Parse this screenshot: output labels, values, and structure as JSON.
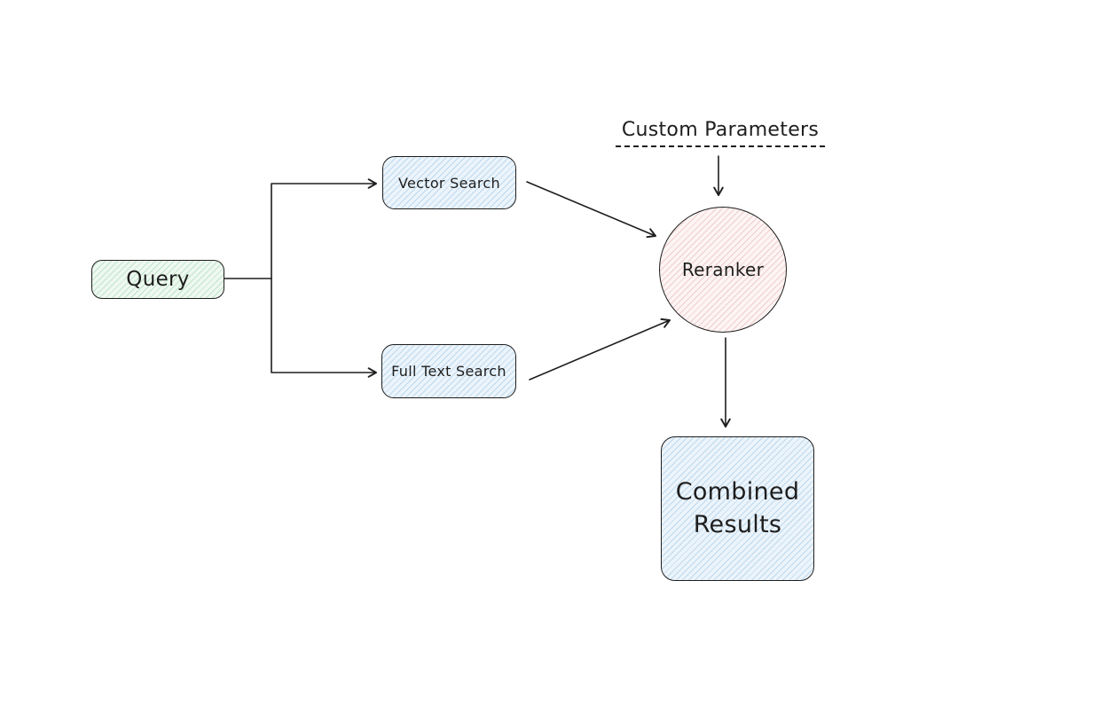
{
  "diagram": {
    "title": "hybrid-search-reranking-flow",
    "background": "#ffffff",
    "stroke_color": "#1e1e1e",
    "nodes": {
      "query": {
        "label": "Query",
        "shape": "rounded-rect",
        "fill": "#eef8f0",
        "hatch": "#bfe4ca"
      },
      "vector_search": {
        "label": "Vector Search",
        "shape": "rounded-rect",
        "fill": "#ecf4fb",
        "hatch": "#bcd9ee"
      },
      "full_text_search": {
        "label": "Full Text Search",
        "shape": "rounded-rect",
        "fill": "#ecf4fb",
        "hatch": "#bcd9ee"
      },
      "reranker": {
        "label": "Reranker",
        "shape": "circle",
        "fill": "#fdf4f4",
        "hatch": "#f0cdcd"
      },
      "custom_parameters": {
        "label": "Custom Parameters",
        "shape": "text-dashed-underline"
      },
      "combined_results": {
        "label": "Combined Results",
        "shape": "rounded-rect",
        "fill": "#ecf4fb",
        "hatch": "#bcd9ee"
      }
    },
    "edges": [
      {
        "from": "query",
        "to": "vector_search",
        "style": "elbow-arrow"
      },
      {
        "from": "query",
        "to": "full_text_search",
        "style": "elbow-arrow"
      },
      {
        "from": "vector_search",
        "to": "reranker",
        "style": "arrow"
      },
      {
        "from": "full_text_search",
        "to": "reranker",
        "style": "arrow"
      },
      {
        "from": "custom_parameters",
        "to": "reranker",
        "style": "arrow"
      },
      {
        "from": "reranker",
        "to": "combined_results",
        "style": "arrow"
      }
    ]
  }
}
